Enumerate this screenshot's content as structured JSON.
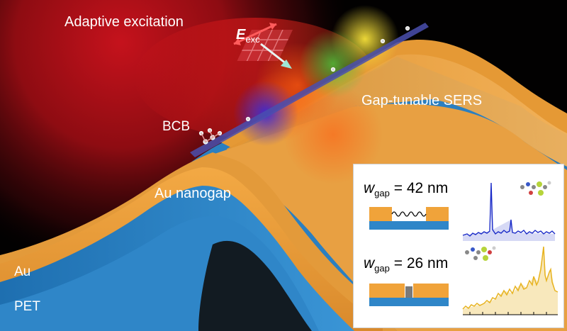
{
  "labels": {
    "adaptive_excitation": "Adaptive excitation",
    "e_symbol": "E",
    "e_subscript": "exc",
    "gap_tunable_sers": "Gap-tunable SERS",
    "bcb": "BCB",
    "au_nanogap": "Au nanogap",
    "au": "Au",
    "pet": "PET"
  },
  "inset": {
    "panels": [
      {
        "w_symbol": "w",
        "w_subscript": "gap",
        "value_text": "= 42 nm",
        "spectrum_color": "#1a2bc8"
      },
      {
        "w_symbol": "w",
        "w_subscript": "gap",
        "value_text": "= 26 nm",
        "spectrum_color": "#e7b320"
      }
    ]
  },
  "colors": {
    "gold": "#f0a33a",
    "gold_dark": "#c77f22",
    "pet_blue": "#2f86c8",
    "excitation_red": "#d11a1a",
    "arrow": "#9fe6d6"
  }
}
